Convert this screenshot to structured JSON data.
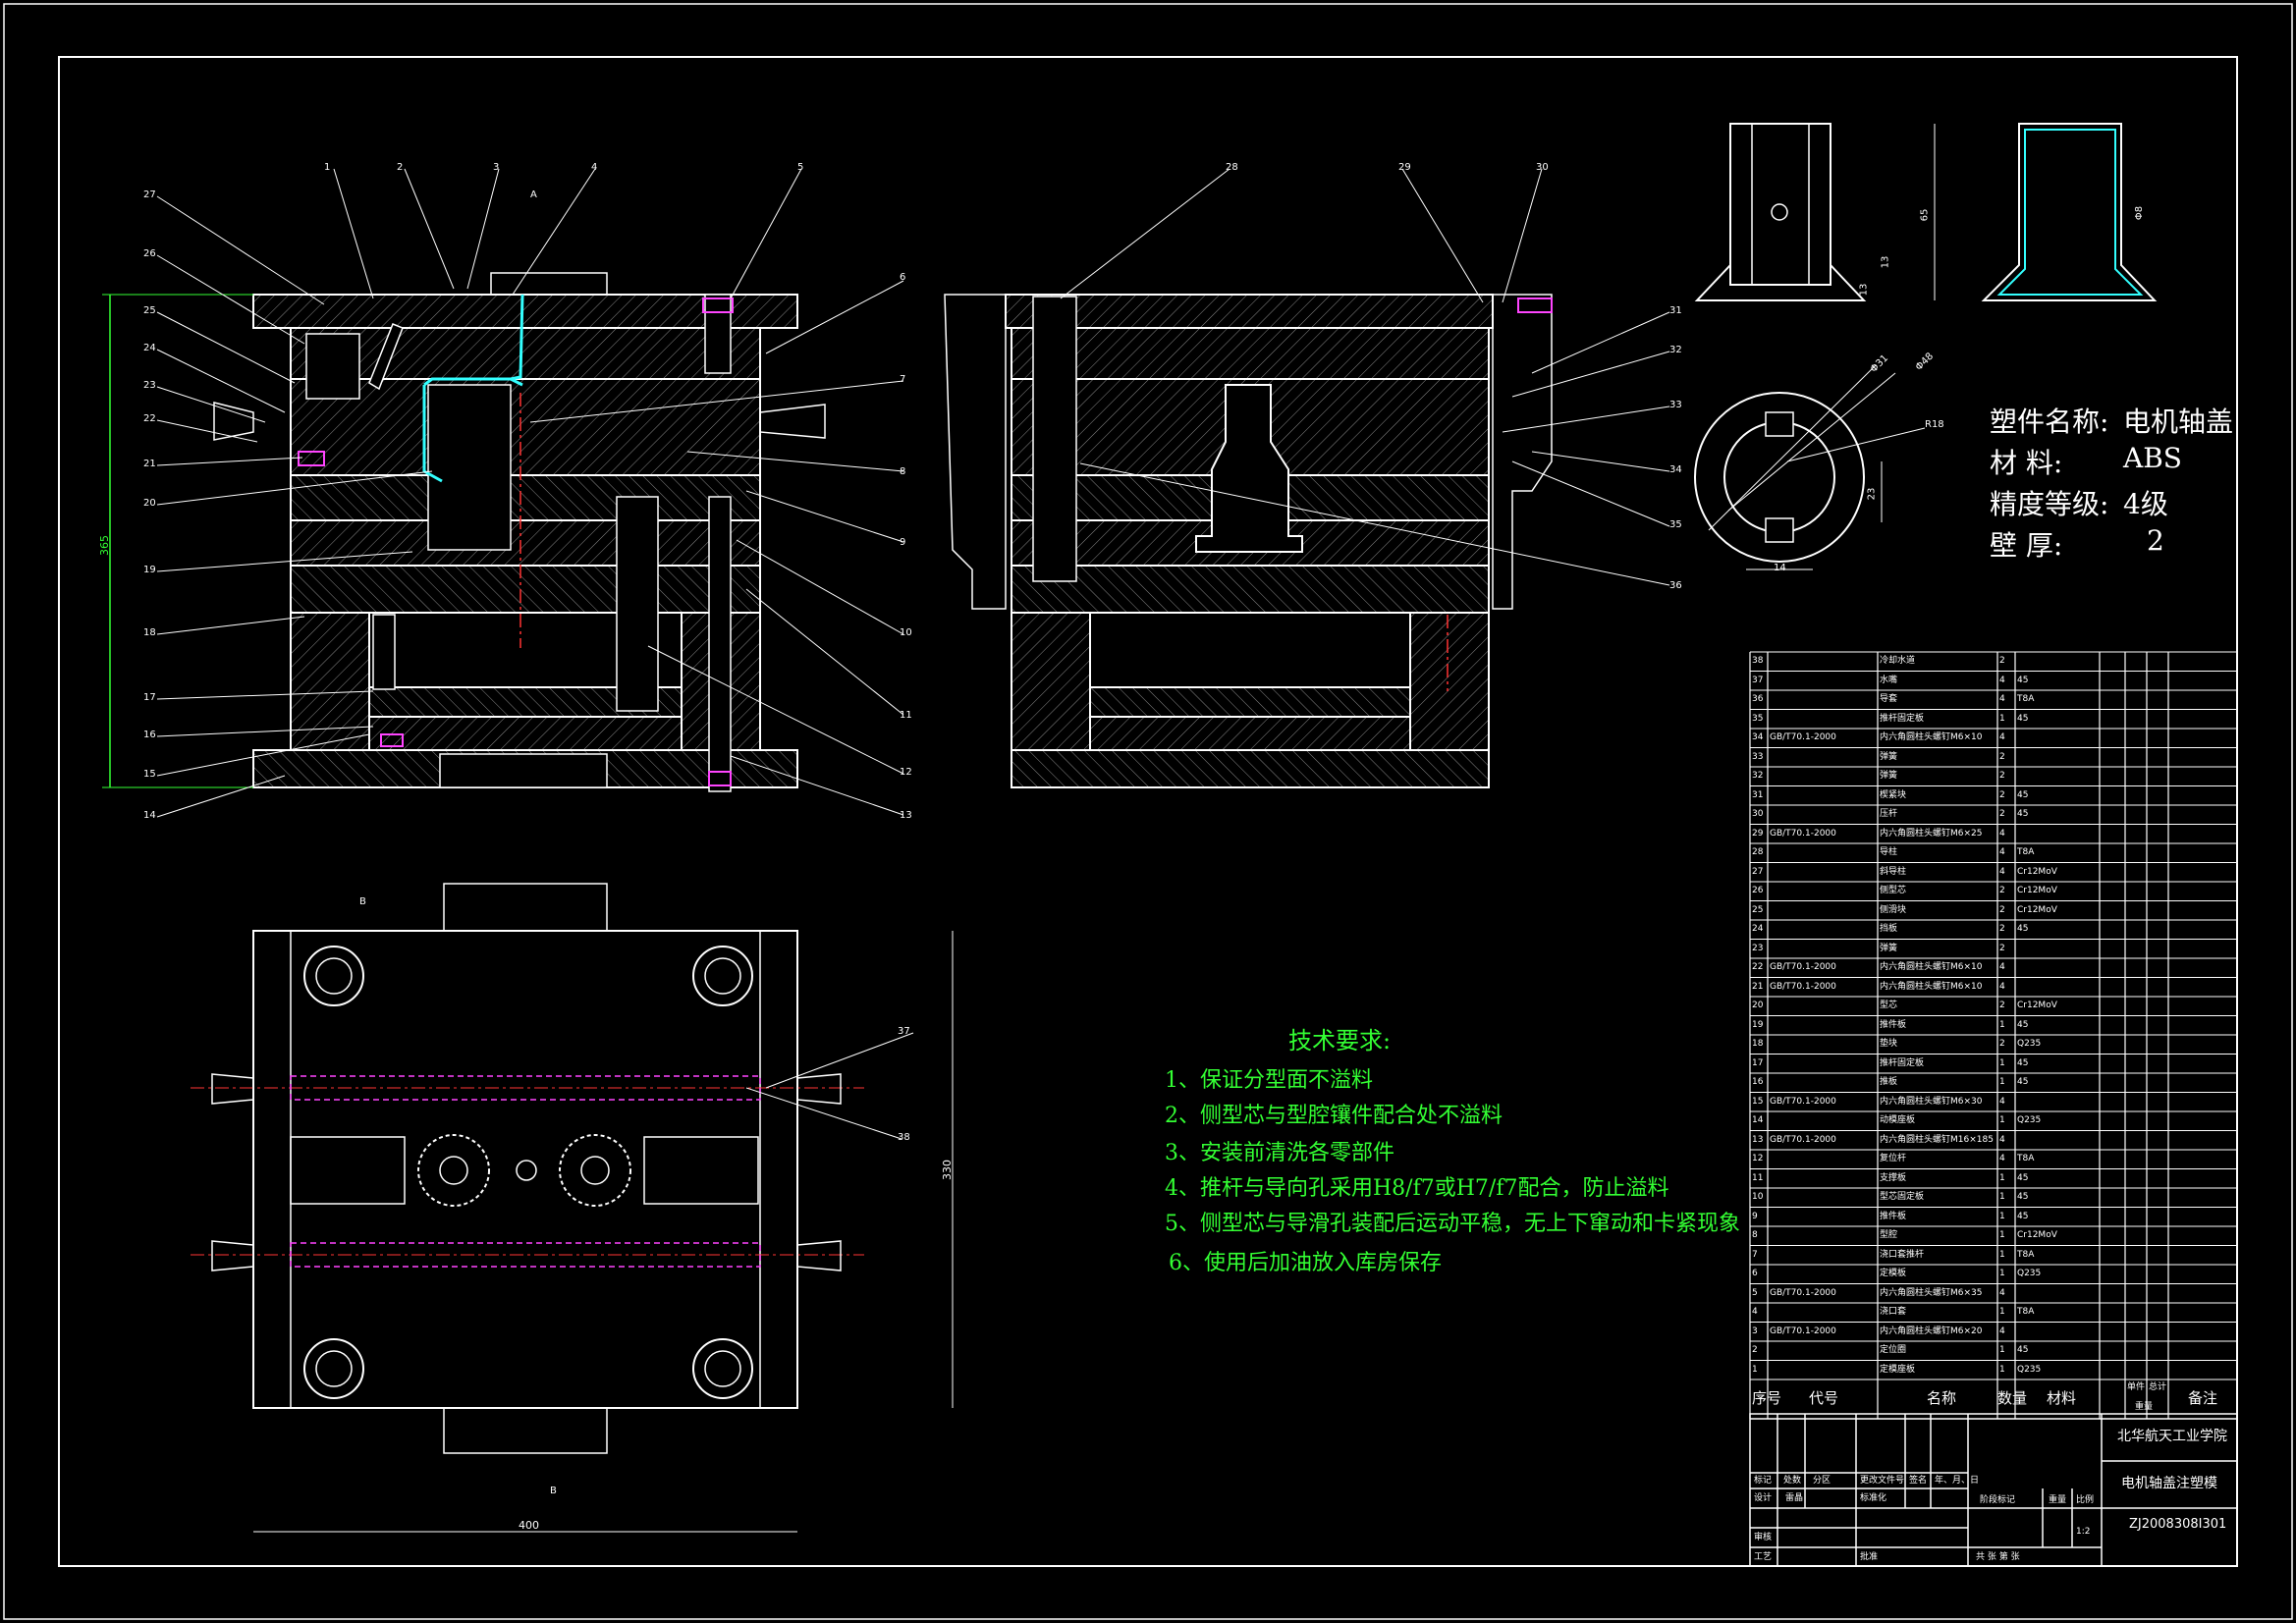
{
  "drawing": {
    "tech_requirements": {
      "title": "技术要求:",
      "items": [
        "1、保证分型面不溢料",
        "2、侧型芯与型腔镶件配合处不溢料",
        "3、安装前清洗各零部件",
        "4、推杆与导向孔采用H8/f7或H7/f7配合，防止溢料",
        "5、侧型芯与导滑孔装配后运动平稳，无上下窜动和卡紧现象",
        "6、使用后加油放入库房保存"
      ]
    },
    "part_spec": {
      "name_label": "塑件名称:",
      "name_value": "电机轴盖",
      "material_label": "材    料:",
      "material_value": "ABS",
      "accuracy_label": "精度等级:",
      "accuracy_value": "4级",
      "wall_label": "壁    厚:",
      "wall_value": "2"
    },
    "dimensions": {
      "overall_width": "400",
      "side_height": "330",
      "left_height": "365",
      "part_d1": "Φ31",
      "part_d2": "Φ48",
      "part_r": "R18",
      "part_h": "65",
      "part_h2": "13",
      "part_h3": "13",
      "part_d_small": "Φ8",
      "part_w": "14",
      "part_w2": "23"
    },
    "section_marks": {
      "a": "A",
      "b": "B",
      "b2": "B"
    },
    "callouts_left": [
      "27",
      "26",
      "25",
      "24",
      "23",
      "22",
      "21",
      "20",
      "19",
      "18",
      "17",
      "16",
      "15",
      "14"
    ],
    "callouts_top_left": [
      "1",
      "2",
      "3",
      "4",
      "5"
    ],
    "callouts_right_of_left": [
      "6",
      "7",
      "8",
      "9",
      "10",
      "11",
      "12",
      "13"
    ],
    "callouts_middle_top": [
      "28",
      "29",
      "30"
    ],
    "callouts_middle_right": [
      "31",
      "32",
      "33",
      "34",
      "35",
      "36"
    ],
    "callouts_plan": [
      "37",
      "38"
    ],
    "bom": {
      "rows": [
        {
          "no": "38",
          "code": "",
          "name": "冷却水道",
          "qty": "2",
          "mat": ""
        },
        {
          "no": "37",
          "code": "",
          "name": "水嘴",
          "qty": "4",
          "mat": "45"
        },
        {
          "no": "36",
          "code": "",
          "name": "导套",
          "qty": "4",
          "mat": "T8A"
        },
        {
          "no": "35",
          "code": "",
          "name": "推杆固定板",
          "qty": "1",
          "mat": "45"
        },
        {
          "no": "34",
          "code": "GB/T70.1-2000",
          "name": "内六角圆柱头螺钉M6×10",
          "qty": "4",
          "mat": ""
        },
        {
          "no": "33",
          "code": "",
          "name": "弹簧",
          "qty": "2",
          "mat": ""
        },
        {
          "no": "32",
          "code": "",
          "name": "弹簧",
          "qty": "2",
          "mat": ""
        },
        {
          "no": "31",
          "code": "",
          "name": "楔紧块",
          "qty": "2",
          "mat": "45"
        },
        {
          "no": "30",
          "code": "",
          "name": "压杆",
          "qty": "2",
          "mat": "45"
        },
        {
          "no": "29",
          "code": "GB/T70.1-2000",
          "name": "内六角圆柱头螺钉M6×25",
          "qty": "4",
          "mat": ""
        },
        {
          "no": "28",
          "code": "",
          "name": "导柱",
          "qty": "4",
          "mat": "T8A"
        },
        {
          "no": "27",
          "code": "",
          "name": "斜导柱",
          "qty": "4",
          "mat": "Cr12MoV"
        },
        {
          "no": "26",
          "code": "",
          "name": "侧型芯",
          "qty": "2",
          "mat": "Cr12MoV"
        },
        {
          "no": "25",
          "code": "",
          "name": "侧滑块",
          "qty": "2",
          "mat": "Cr12MoV"
        },
        {
          "no": "24",
          "code": "",
          "name": "挡板",
          "qty": "2",
          "mat": "45"
        },
        {
          "no": "23",
          "code": "",
          "name": "弹簧",
          "qty": "2",
          "mat": ""
        },
        {
          "no": "22",
          "code": "GB/T70.1-2000",
          "name": "内六角圆柱头螺钉M6×10",
          "qty": "4",
          "mat": ""
        },
        {
          "no": "21",
          "code": "GB/T70.1-2000",
          "name": "内六角圆柱头螺钉M6×10",
          "qty": "4",
          "mat": ""
        },
        {
          "no": "20",
          "code": "",
          "name": "型芯",
          "qty": "2",
          "mat": "Cr12MoV"
        },
        {
          "no": "19",
          "code": "",
          "name": "推件板",
          "qty": "1",
          "mat": "45"
        },
        {
          "no": "18",
          "code": "",
          "name": "垫块",
          "qty": "2",
          "mat": "Q235"
        },
        {
          "no": "17",
          "code": "",
          "name": "推杆固定板",
          "qty": "1",
          "mat": "45"
        },
        {
          "no": "16",
          "code": "",
          "name": "推板",
          "qty": "1",
          "mat": "45"
        },
        {
          "no": "15",
          "code": "GB/T70.1-2000",
          "name": "内六角圆柱头螺钉M6×30",
          "qty": "4",
          "mat": ""
        },
        {
          "no": "14",
          "code": "",
          "name": "动模座板",
          "qty": "1",
          "mat": "Q235"
        },
        {
          "no": "13",
          "code": "GB/T70.1-2000",
          "name": "内六角圆柱头螺钉M16×185",
          "qty": "4",
          "mat": ""
        },
        {
          "no": "12",
          "code": "",
          "name": "复位杆",
          "qty": "4",
          "mat": "T8A"
        },
        {
          "no": "11",
          "code": "",
          "name": "支撑板",
          "qty": "1",
          "mat": "45"
        },
        {
          "no": "10",
          "code": "",
          "name": "型芯固定板",
          "qty": "1",
          "mat": "45"
        },
        {
          "no": "9",
          "code": "",
          "name": "推件板",
          "qty": "1",
          "mat": "45"
        },
        {
          "no": "8",
          "code": "",
          "name": "型腔",
          "qty": "1",
          "mat": "Cr12MoV"
        },
        {
          "no": "7",
          "code": "",
          "name": "浇口套推杆",
          "qty": "1",
          "mat": "T8A"
        },
        {
          "no": "6",
          "code": "",
          "name": "定模板",
          "qty": "1",
          "mat": "Q235"
        },
        {
          "no": "5",
          "code": "GB/T70.1-2000",
          "name": "内六角圆柱头螺钉M6×35",
          "qty": "4",
          "mat": ""
        },
        {
          "no": "4",
          "code": "",
          "name": "浇口套",
          "qty": "1",
          "mat": "T8A"
        },
        {
          "no": "3",
          "code": "GB/T70.1-2000",
          "name": "内六角圆柱头螺钉M6×20",
          "qty": "4",
          "mat": ""
        },
        {
          "no": "2",
          "code": "",
          "name": "定位圈",
          "qty": "1",
          "mat": "45"
        },
        {
          "no": "1",
          "code": "",
          "name": "定模座板",
          "qty": "1",
          "mat": "Q235"
        }
      ],
      "header": {
        "no": "序号",
        "code": "代号",
        "name": "名称",
        "qty": "数量",
        "mat": "材料",
        "unit_w": "单件",
        "total_w": "总计",
        "weight": "重量",
        "note": "备注"
      }
    },
    "title_block": {
      "school": "北华航天工业学院",
      "drawing_name": "电机轴盖注塑模",
      "drawing_no": "ZJ2008308I301",
      "scale": "1:2",
      "mark": "标记",
      "count": "处数",
      "zone": "分区",
      "change_doc": "更改文件号",
      "sign": "签名",
      "date": "年、月、日",
      "design": "设计",
      "designer": "雷晶",
      "standard": "标准化",
      "stage_mark": "阶段标记",
      "weight": "重量",
      "scale_label": "比例",
      "review": "审核",
      "process": "工艺",
      "approve": "批准",
      "sheets": "共    张    第    张"
    }
  }
}
